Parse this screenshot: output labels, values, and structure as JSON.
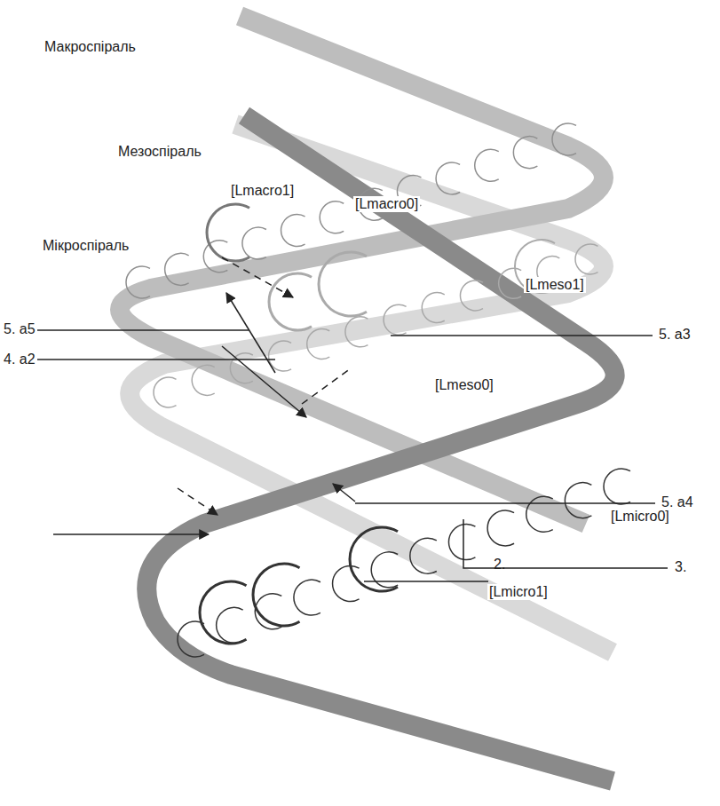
{
  "diagram": {
    "labels": [
      "Макроспіраль",
      "Мезоспіраль",
      "Мікроспіраль",
      "[Lmacro1]",
      "[Lmacro0]",
      "[Lmeso1]",
      "5. a3",
      "5. a5",
      "4. a2",
      "[Lmeso0]",
      "5. a4",
      "[Lmicro0]",
      "3.",
      "2.",
      "[Lmicro1]"
    ]
  }
}
